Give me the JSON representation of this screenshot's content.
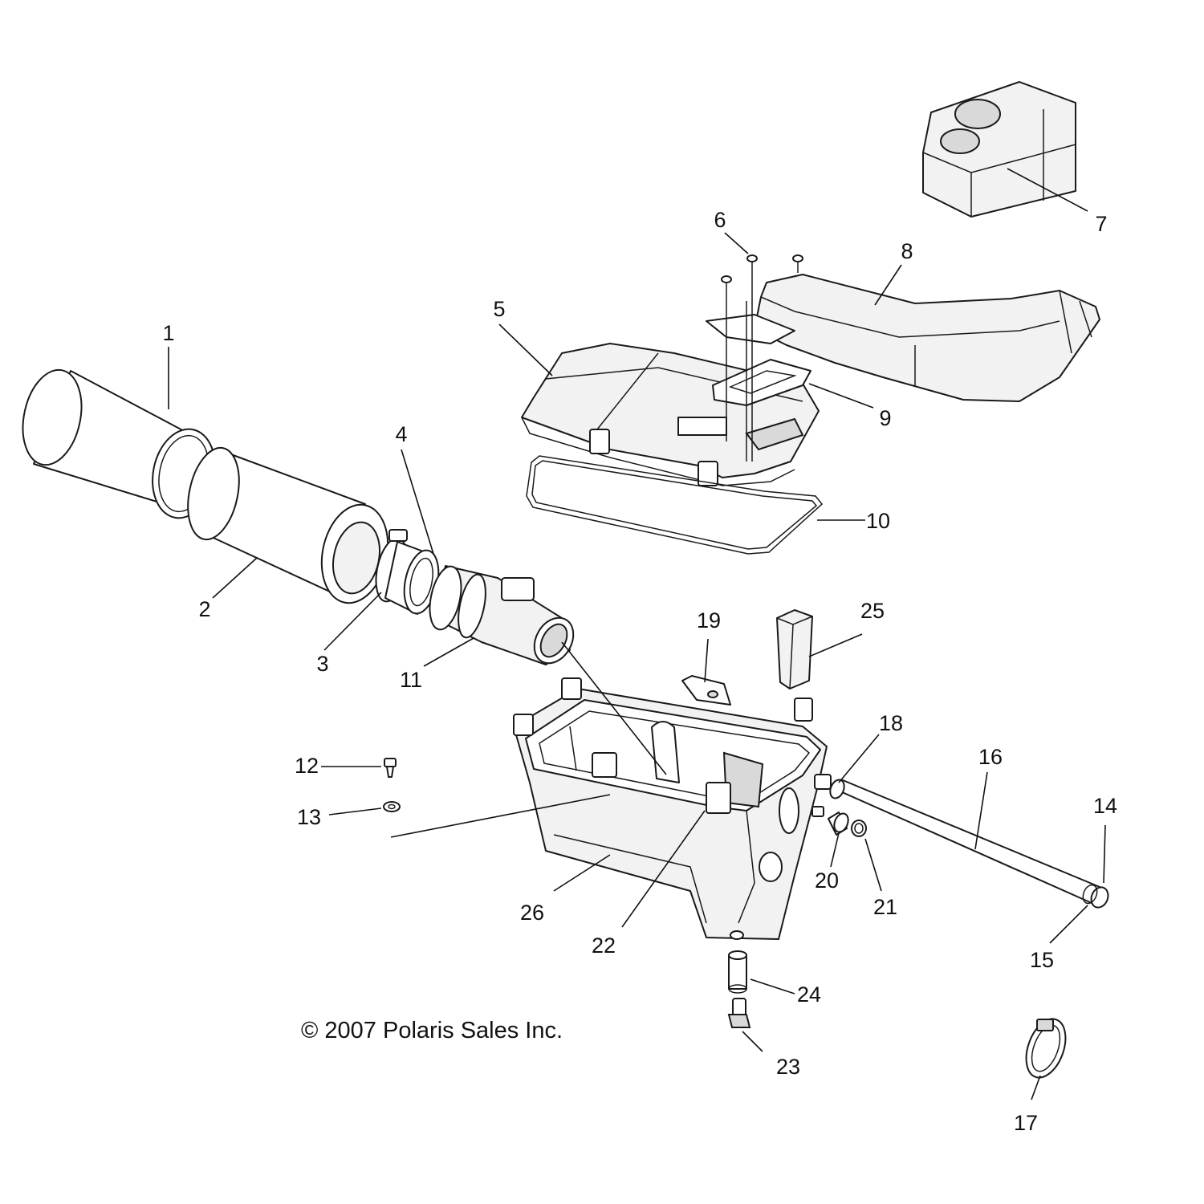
{
  "figure": {
    "copyright": "© 2007 Polaris Sales Inc.",
    "callouts": [
      "1",
      "2",
      "3",
      "4",
      "5",
      "6",
      "7",
      "8",
      "9",
      "10",
      "11",
      "12",
      "13",
      "14",
      "15",
      "16",
      "17",
      "18",
      "19",
      "20",
      "21",
      "22",
      "23",
      "24",
      "25",
      "26"
    ]
  }
}
